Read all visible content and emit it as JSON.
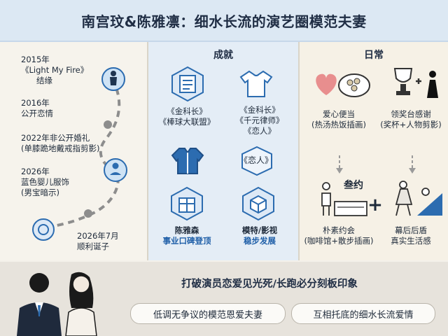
{
  "header": {
    "title": "南宫玟&陈雅凛：细水长流的演艺圈模范夫妻"
  },
  "timeline": {
    "items": [
      {
        "year": "2015年",
        "text1": "《Light My Fire》",
        "text2": "结缘"
      },
      {
        "year": "2016年",
        "text1": "公开恋情"
      },
      {
        "year": "2022年非公开婚礼",
        "text1": "(单膝跪地戴戒指剪影)"
      },
      {
        "year": "2026年",
        "text1": "蓝色婴儿服饰",
        "text2": "(男宝暗示)"
      },
      {
        "year": "2026年7月",
        "text1": "顺利诞子"
      }
    ]
  },
  "achievements": {
    "title": "成就",
    "items": [
      {
        "line1": "《金科长》",
        "line2": "《棒球大联盟》"
      },
      {
        "line1": "《金科长》",
        "line2": "《千元律师》",
        "line3": "《恋人》"
      },
      {
        "line1": "《恋人》"
      },
      {
        "name": "陈雅森",
        "desc": "事业口碑登顶"
      },
      {
        "name": "模特/影视",
        "desc": "稳步发展"
      }
    ],
    "icon_text": "《恋人》"
  },
  "daily": {
    "title": "日常",
    "items": [
      {
        "line1": "爱心便当",
        "line2": "(热汤热饭插画)"
      },
      {
        "line1": "领奖台感谢",
        "line2": "(奖杯+人物剪影)"
      },
      {
        "line1": "朴素约会",
        "line2": "(咖啡馆+散步插画)"
      },
      {
        "line1": "幕后后盾",
        "line2": "真实生活感"
      }
    ],
    "sign_text": "叁约"
  },
  "bottom": {
    "title": "打破演员恋爱见光死/长跑必分刻板印象",
    "pill1": "低调无争议的模范恩爱夫妻",
    "pill2": "互相托底的细水长流爱情"
  },
  "colors": {
    "accent": "#1f5fa8",
    "header_bg": "#dce8f3",
    "heart": "#e88e8e",
    "icon_blue": "#2c6cb0"
  }
}
